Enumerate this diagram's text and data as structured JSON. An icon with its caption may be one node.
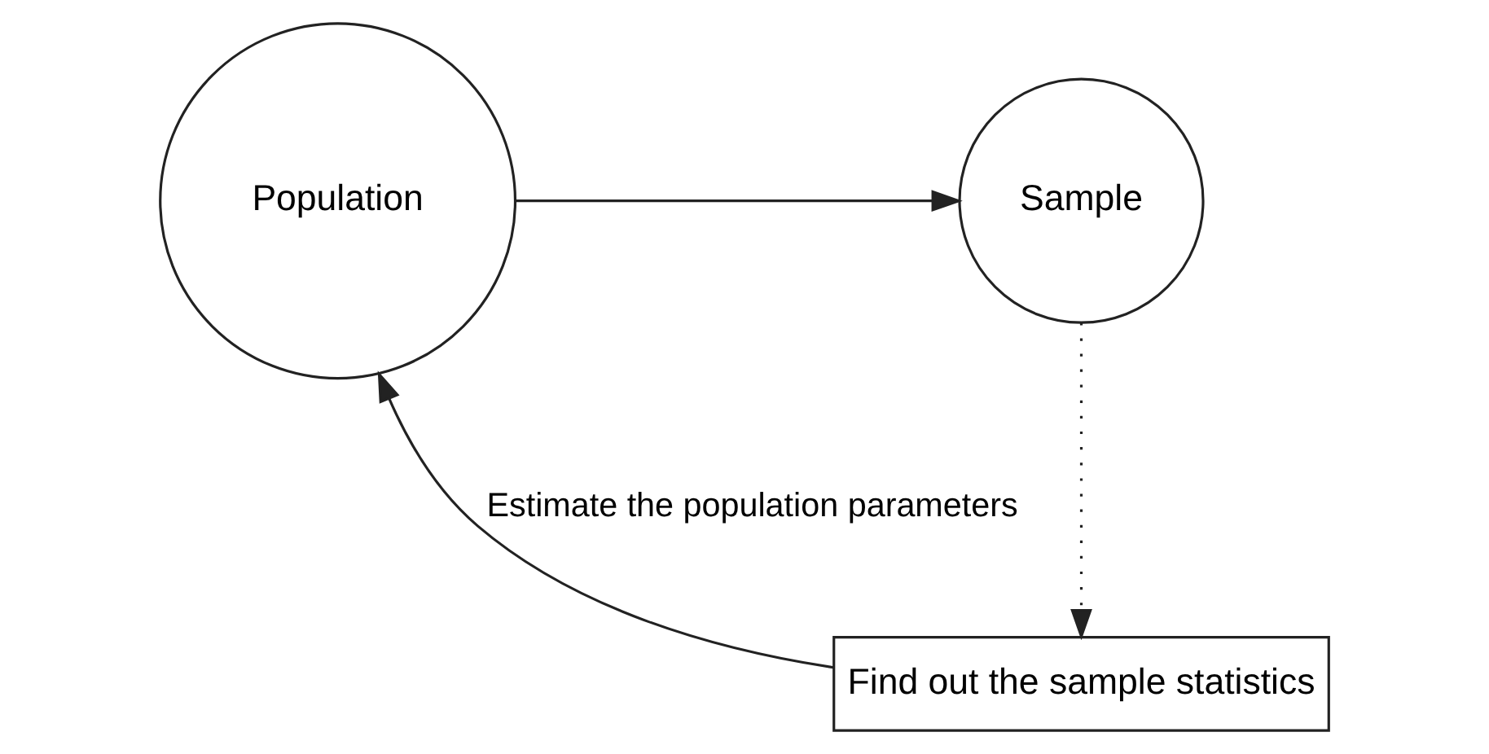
{
  "diagram": {
    "nodes": [
      {
        "text": [
          "Population"
        ]
      },
      {
        "text": [
          "Sample"
        ]
      },
      {
        "text": [
          "Find out the sample statistics"
        ]
      }
    ],
    "edges": [
      {
        "from": 0,
        "to": 1,
        "arrow": "to"
      },
      {
        "from": 1,
        "to": 2,
        "arrow": "to",
        "style": "dashed"
      },
      {
        "from": 2,
        "to": 0,
        "arrow": "to",
        "label": "Estimate the population parameters"
      }
    ]
  }
}
